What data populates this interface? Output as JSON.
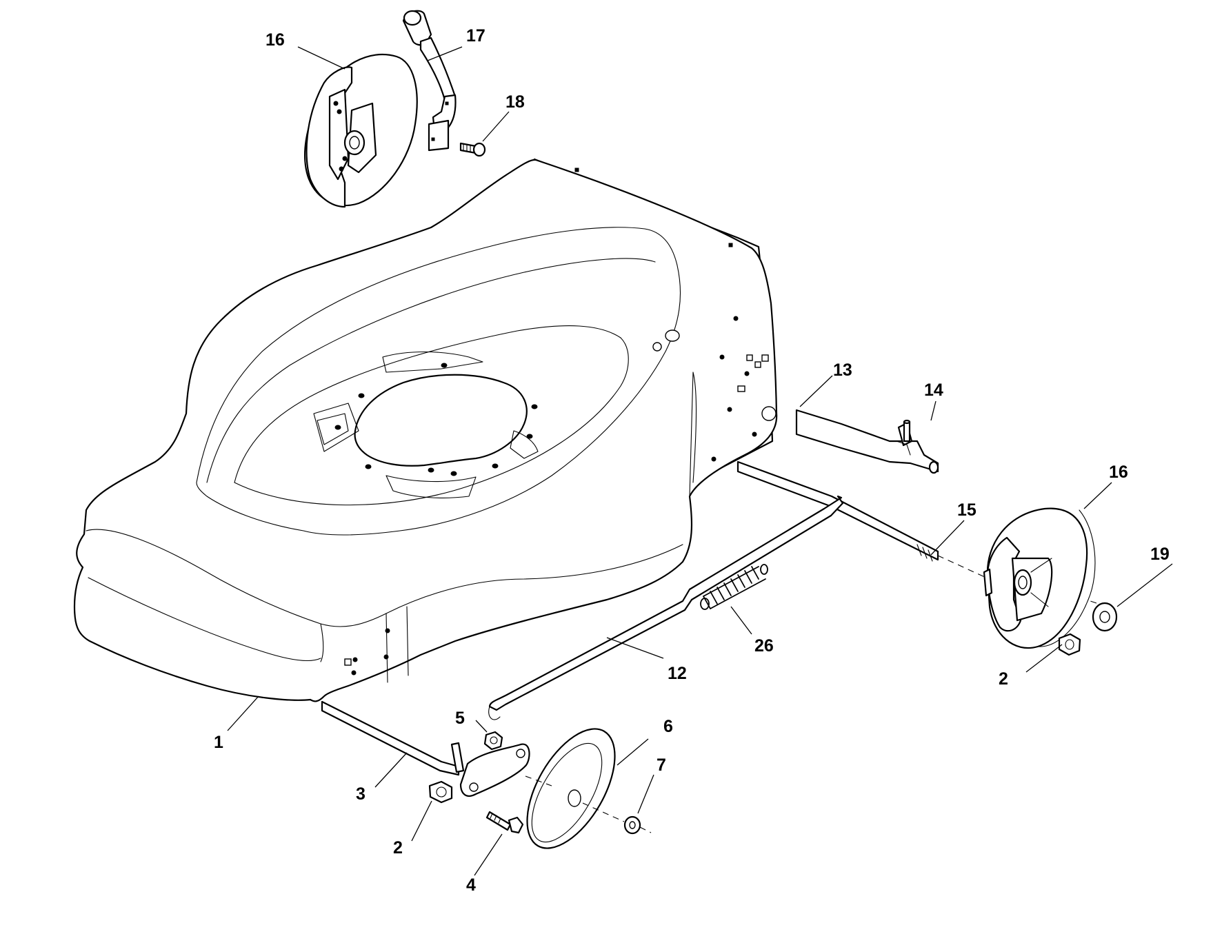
{
  "callouts": {
    "c1": "1",
    "c2a": "2",
    "c2b": "2",
    "c3": "3",
    "c4": "4",
    "c5": "5",
    "c6": "6",
    "c7": "7",
    "c12": "12",
    "c13": "13",
    "c14": "14",
    "c15": "15",
    "c16a": "16",
    "c16b": "16",
    "c17": "17",
    "c18": "18",
    "c19": "19",
    "c26": "26"
  }
}
